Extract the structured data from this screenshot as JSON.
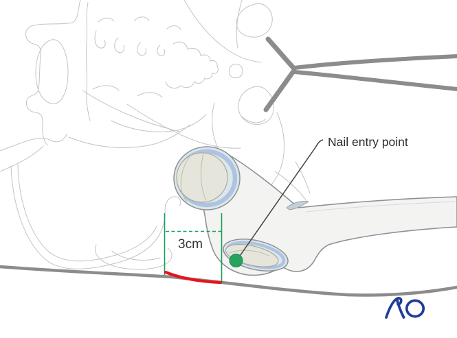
{
  "figure": {
    "description": "Lateral pelvis with proximal femur showing nail entry point at greater trochanter and 3cm skin incision",
    "labels": {
      "nail_entry": "Nail entry point",
      "incision_length": "3cm"
    },
    "marker": {
      "name": "nail-entry-point-marker",
      "shape": "filled-circle"
    },
    "logo": {
      "text": "AO"
    },
    "colors": {
      "entry_green": "#27a35d",
      "measure_green": "#15a05c",
      "incision_red": "#e8131d",
      "pointer_gray": "#404040",
      "label_text": "#2b2b2b",
      "bone_outline": "#8d9196",
      "bone_fill": "#f3f3f2",
      "cartilage_light": "#dbe7ea",
      "cartilage_blue": "#aec3e1",
      "bone_beige": "#e5e5db",
      "sketch_gray": "#c3c3c9",
      "skin_gray": "#8c8c8c",
      "logo_blue": "#1e3c99"
    }
  }
}
